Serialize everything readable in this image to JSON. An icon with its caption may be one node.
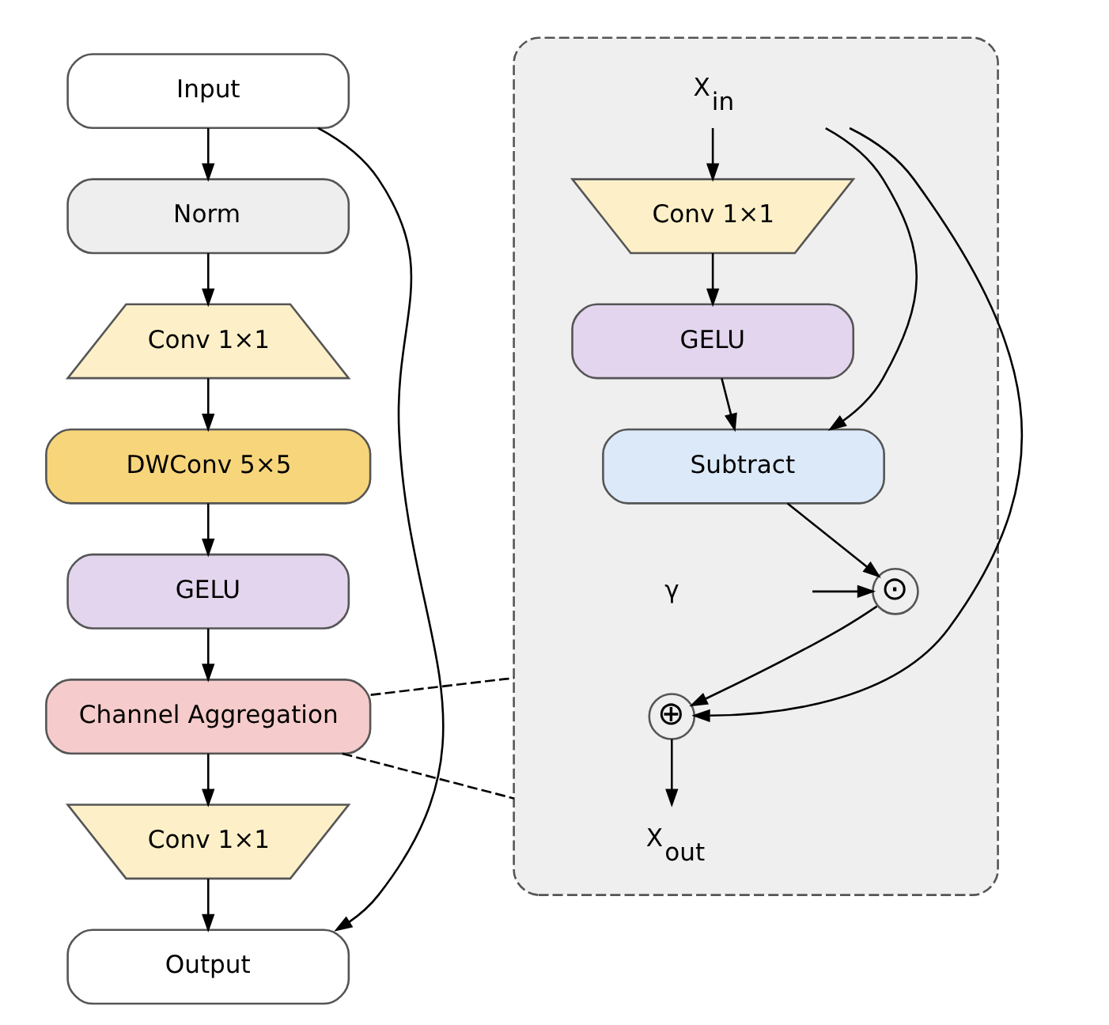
{
  "diagram": {
    "nodes": [
      {
        "text": [
          "Input"
        ]
      },
      {
        "text": [
          "Norm"
        ]
      },
      {
        "text": [
          "Conv 1×1"
        ]
      },
      {
        "text": [
          "DWConv 5×5"
        ]
      },
      {
        "text": [
          "GELU"
        ]
      },
      {
        "text": [
          "Channel Aggregation"
        ]
      },
      {
        "text": [
          "Conv 1×1"
        ]
      },
      {
        "text": [
          "Output"
        ]
      },
      {
        "text": [],
        "shape": "box"
      },
      {
        "text": [
          "X$_{in}$"
        ],
        "in": 8
      },
      {
        "text": [
          "Conv 1×1"
        ],
        "in": 8
      },
      {
        "text": [
          "GELU"
        ],
        "in": 8
      },
      {
        "text": [
          "Subtract"
        ],
        "in": 8
      },
      {
        "text": [
          "⊙"
        ],
        "in": 8
      },
      {
        "text": [
          "γ"
        ],
        "in": 8
      },
      {
        "text": [
          "⊕"
        ],
        "in": 8
      },
      {
        "text": [
          "X$_{out}$"
        ],
        "in": 8
      }
    ],
    "edges": [
      {
        "from": 0,
        "to": 1,
        "arrow": "to"
      },
      {
        "from": 0,
        "to": 7,
        "arrow": "to"
      },
      {
        "from": 1,
        "to": 2,
        "arrow": "to"
      },
      {
        "from": 2,
        "to": 3,
        "arrow": "to"
      },
      {
        "from": 3,
        "to": 4,
        "arrow": "to"
      },
      {
        "from": 4,
        "to": 5,
        "arrow": "to"
      },
      {
        "from": 5,
        "to": 6,
        "arrow": "to"
      },
      {
        "from": 6,
        "to": 7,
        "arrow": "to"
      },
      {
        "from": 5,
        "to": 8,
        "arrow": "none",
        "style": "dashed"
      },
      {
        "from": 5,
        "to": 8,
        "arrow": "none",
        "style": "dashed"
      },
      {
        "from": 9,
        "to": 10,
        "arrow": "to"
      },
      {
        "from": 9,
        "to": 12,
        "arrow": "to"
      },
      {
        "from": 9,
        "to": 15,
        "arrow": "to"
      },
      {
        "from": 10,
        "to": 11,
        "arrow": "to"
      },
      {
        "from": 11,
        "to": 12,
        "arrow": "to"
      },
      {
        "from": 12,
        "to": 13,
        "arrow": "to"
      },
      {
        "from": 14,
        "to": 13,
        "arrow": "to"
      },
      {
        "from": 13,
        "to": 15,
        "arrow": "to"
      },
      {
        "from": 15,
        "to": 16,
        "arrow": "to"
      }
    ]
  }
}
